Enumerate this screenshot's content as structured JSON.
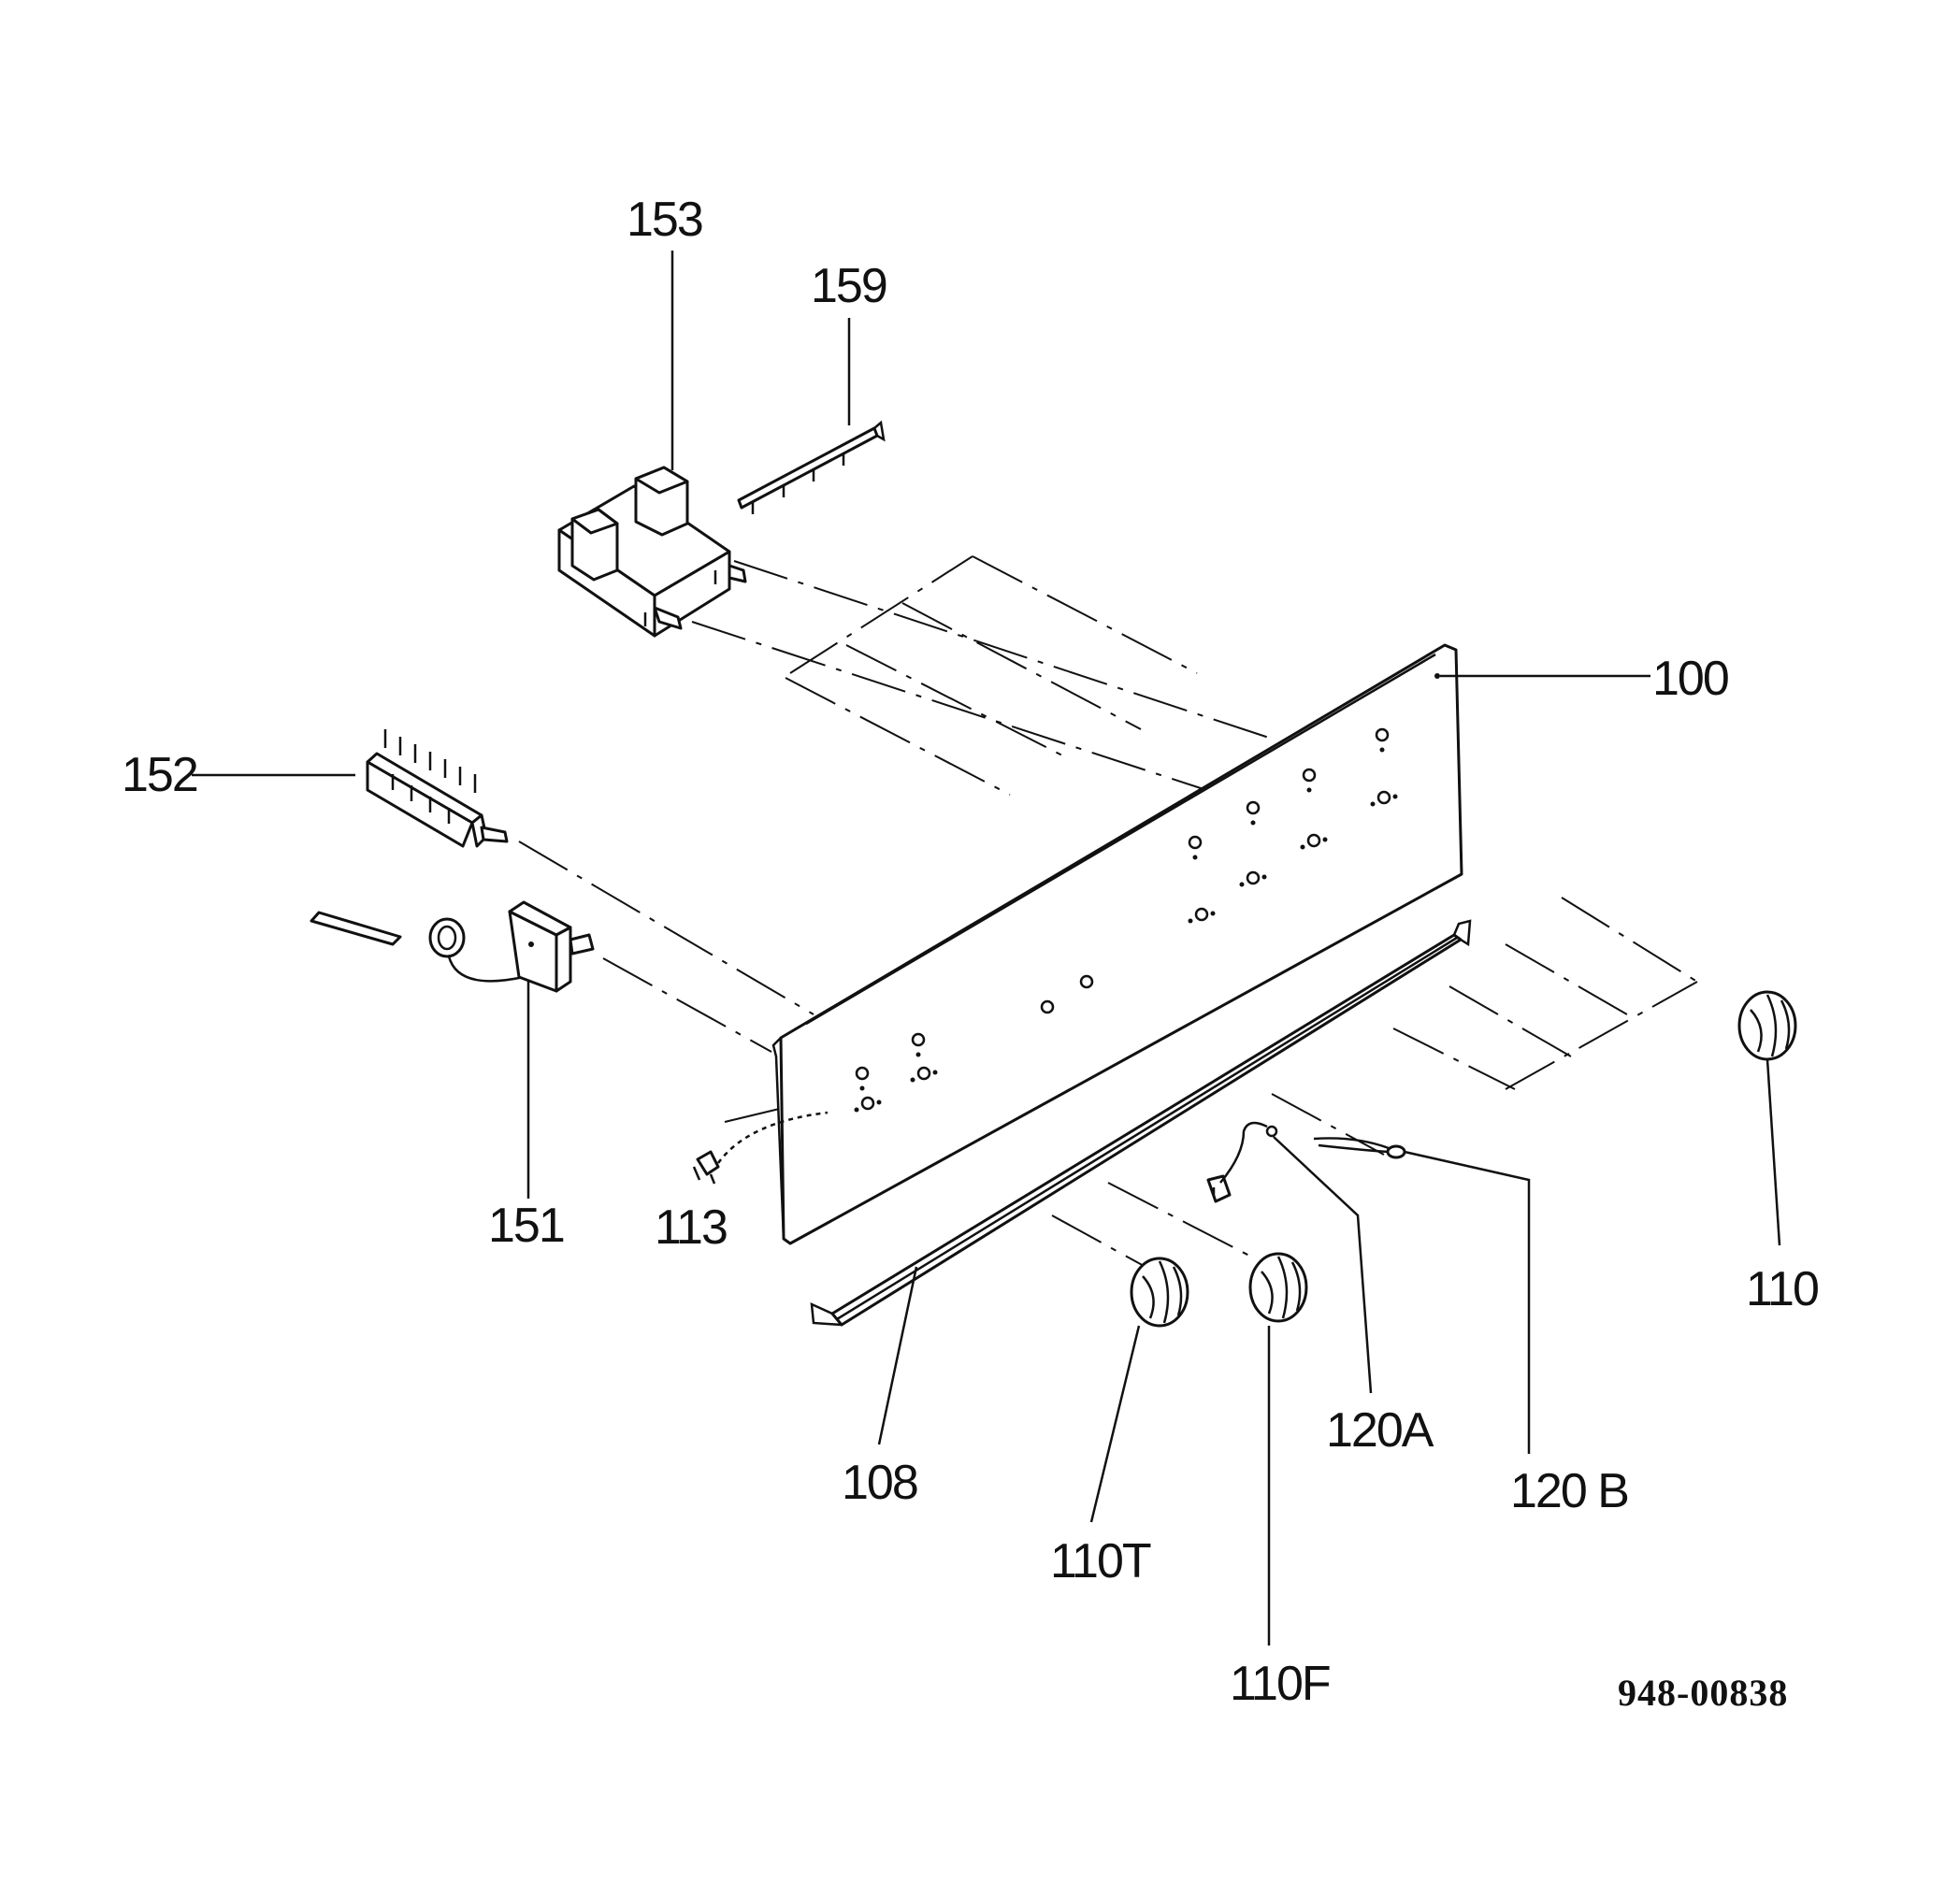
{
  "document_number": "948-00838",
  "callouts": {
    "c100": "100",
    "c108": "108",
    "c110": "110",
    "c110T": "110T",
    "c110F": "110F",
    "c113": "113",
    "c120A": "120A",
    "c120B": "120 B",
    "c151": "151",
    "c152": "152",
    "c153": "153",
    "c159": "159"
  }
}
